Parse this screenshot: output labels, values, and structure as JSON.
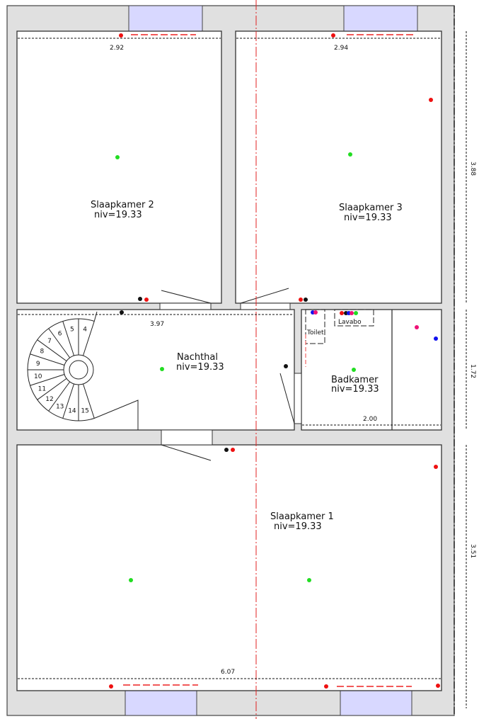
{
  "rooms": {
    "slaapkamer2": {
      "name": "Slaapkamer 2",
      "level": "niv=19.33"
    },
    "slaapkamer3": {
      "name": "Slaapkamer 3",
      "level": "niv=19.33"
    },
    "nachthal": {
      "name": "Nachthal",
      "level": "niv=19.33"
    },
    "badkamer": {
      "name": "Badkamer",
      "level": "niv=19.33"
    },
    "slaapkamer1": {
      "name": "Slaapkamer 1",
      "level": "niv=19.33"
    }
  },
  "fixtures": {
    "toilet": "Toilet",
    "lavabo": "Lavabo"
  },
  "dimensions": {
    "slaapkamer2_width": "2.92",
    "slaapkamer3_width": "2.94",
    "nachthal_width": "3.97",
    "badkamer_width": "2.00",
    "slaapkamer1_width": "6.07",
    "top_depth": "3.88",
    "middle_depth": "1.72",
    "bottom_depth": "3.51"
  },
  "stairs": {
    "steps": [
      "4",
      "5",
      "6",
      "7",
      "8",
      "9",
      "10",
      "11",
      "12",
      "13",
      "14",
      "15"
    ]
  },
  "colors": {
    "wall": "#e0e0e0",
    "window": "#d8d8ff",
    "axis": "#e02020",
    "green": "#22dd22",
    "red": "#ee1111",
    "blue": "#1111ee",
    "pink": "#ee1177",
    "black": "#111111"
  }
}
